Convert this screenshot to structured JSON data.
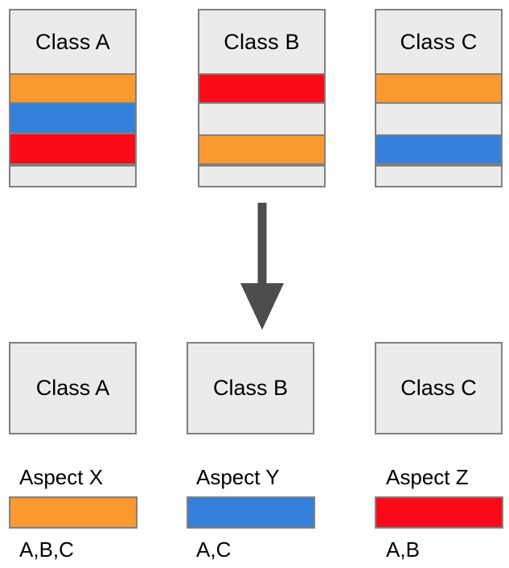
{
  "colors": {
    "aspect_x": "#F9992F",
    "aspect_y": "#3580DA",
    "aspect_z": "#FA0A18",
    "box_fill": "#EBEBEB",
    "box_border": "#808080",
    "arrow": "#4D4D4D",
    "background": "#FFFFFF",
    "text": "#000000"
  },
  "top_row": {
    "boxes": [
      {
        "label": "Class A",
        "stripes": [
          {
            "aspect": "Aspect X",
            "color": "#F9992F"
          },
          {
            "aspect": "Aspect Y",
            "color": "#3580DA"
          },
          {
            "aspect": "Aspect Z",
            "color": "#FA0A18"
          }
        ]
      },
      {
        "label": "Class B",
        "stripes": [
          {
            "aspect": "Aspect Z",
            "color": "#FA0A18"
          },
          {
            "aspect": "none",
            "color": "#EBEBEB"
          },
          {
            "aspect": "Aspect X",
            "color": "#F9992F"
          }
        ]
      },
      {
        "label": "Class C",
        "stripes": [
          {
            "aspect": "Aspect X",
            "color": "#F9992F"
          },
          {
            "aspect": "none",
            "color": "#EBEBEB"
          },
          {
            "aspect": "Aspect Y",
            "color": "#3580DA"
          }
        ]
      }
    ]
  },
  "arrow": {
    "direction": "down",
    "color": "#4D4D4D"
  },
  "middle_row": {
    "boxes": [
      {
        "label": "Class A"
      },
      {
        "label": "Class B"
      },
      {
        "label": "Class C"
      }
    ]
  },
  "legend": {
    "items": [
      {
        "title": "Aspect X",
        "color": "#F9992F",
        "members": "A,B,C"
      },
      {
        "title": "Aspect Y",
        "color": "#3580DA",
        "members": "A,C"
      },
      {
        "title": "Aspect Z",
        "color": "#FA0A18",
        "members": "A,B"
      }
    ]
  }
}
